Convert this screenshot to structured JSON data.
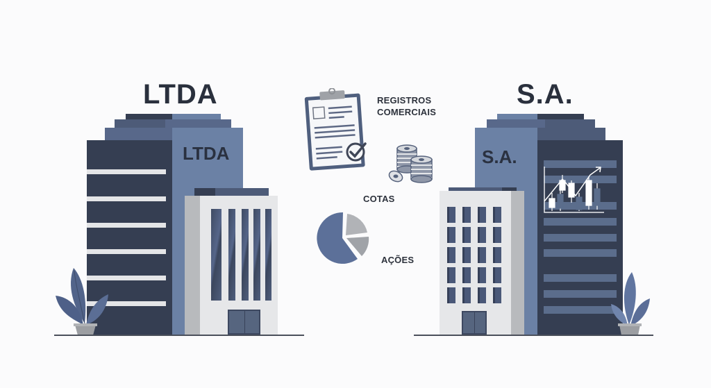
{
  "left_company": {
    "title": "LTDA",
    "building_sign": "LTDA"
  },
  "right_company": {
    "title": "S.A.",
    "building_sign": "S.A."
  },
  "center": {
    "items": [
      {
        "icon": "clipboard-check-icon",
        "label_line1": "REGISTROS",
        "label_line2": "COMERCIAIS"
      },
      {
        "icon": "coins-stack-icon",
        "label": "COTAS"
      },
      {
        "icon": "pie-chart-icon",
        "label": "AÇÕES"
      }
    ]
  },
  "colors": {
    "dark_navy": "#353e52",
    "slate_blue": "#6b81a5",
    "mid_blue": "#4d5b78",
    "light_gray": "#e6e7e9",
    "text": "#2a303d",
    "background": "#fbfbfc"
  }
}
